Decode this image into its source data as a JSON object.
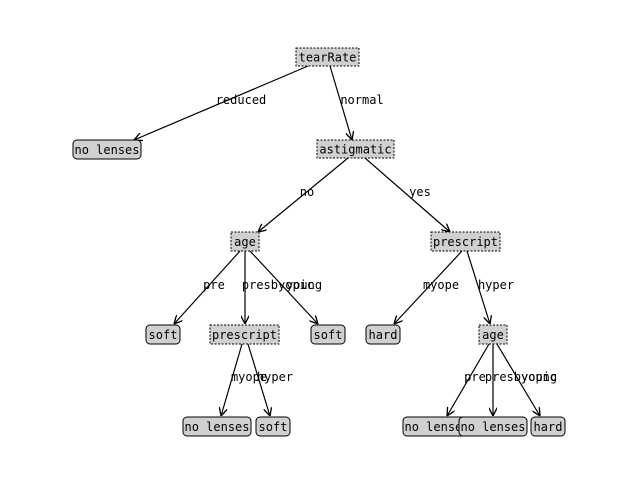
{
  "tree": {
    "nodes": {
      "tearRate": {
        "label": "tearRate",
        "kind": "decision"
      },
      "leaf_no_lenses_1": {
        "label": "no lenses",
        "kind": "leaf"
      },
      "astigmatic": {
        "label": "astigmatic",
        "kind": "decision"
      },
      "age_1": {
        "label": "age",
        "kind": "decision"
      },
      "prescript_1": {
        "label": "prescript",
        "kind": "decision"
      },
      "leaf_soft_1": {
        "label": "soft",
        "kind": "leaf"
      },
      "prescript_2": {
        "label": "prescript",
        "kind": "decision"
      },
      "leaf_soft_2": {
        "label": "soft",
        "kind": "leaf"
      },
      "leaf_hard_1": {
        "label": "hard",
        "kind": "leaf"
      },
      "age_2": {
        "label": "age",
        "kind": "decision"
      },
      "leaf_no_lenses_2": {
        "label": "no lenses",
        "kind": "leaf"
      },
      "leaf_soft_3": {
        "label": "soft",
        "kind": "leaf"
      },
      "leaf_no_lenses_3": {
        "label": "no lenses",
        "kind": "leaf"
      },
      "leaf_no_lenses_4": {
        "label": "no lenses",
        "kind": "leaf"
      },
      "leaf_hard_2": {
        "label": "hard",
        "kind": "leaf"
      }
    },
    "edges": {
      "e1": {
        "from": "tearRate",
        "to": "leaf_no_lenses_1",
        "label": "reduced"
      },
      "e2": {
        "from": "tearRate",
        "to": "astigmatic",
        "label": "normal"
      },
      "e3": {
        "from": "astigmatic",
        "to": "age_1",
        "label": "no"
      },
      "e4": {
        "from": "astigmatic",
        "to": "prescript_1",
        "label": "yes"
      },
      "e5": {
        "from": "age_1",
        "to": "leaf_soft_1",
        "label": "pre"
      },
      "e6": {
        "from": "age_1",
        "to": "prescript_2",
        "label": "presbyopic"
      },
      "e7": {
        "from": "age_1",
        "to": "leaf_soft_2",
        "label": "young"
      },
      "e8": {
        "from": "prescript_1",
        "to": "leaf_hard_1",
        "label": "myope"
      },
      "e9": {
        "from": "prescript_1",
        "to": "age_2",
        "label": "hyper"
      },
      "e10": {
        "from": "prescript_2",
        "to": "leaf_no_lenses_2",
        "label": "myope"
      },
      "e11": {
        "from": "prescript_2",
        "to": "leaf_soft_3",
        "label": "hyper"
      },
      "e12": {
        "from": "age_2",
        "to": "leaf_no_lenses_3",
        "label": "pre"
      },
      "e13": {
        "from": "age_2",
        "to": "leaf_no_lenses_4",
        "label": "presbyopic"
      },
      "e14": {
        "from": "age_2",
        "to": "leaf_hard_2",
        "label": "young"
      }
    }
  }
}
